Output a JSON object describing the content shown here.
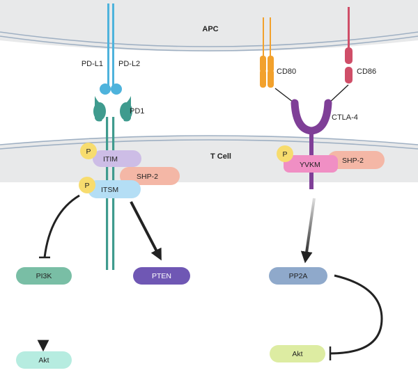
{
  "labels": {
    "apc": "APC",
    "t_cell": "T Cell",
    "pd_l1": "PD-L1",
    "pd_l2": "PD-L2",
    "pd1": "PD1",
    "cd80": "CD80",
    "cd86": "CD86",
    "ctla4": "CTLA-4"
  },
  "phospho": "P",
  "motifs": {
    "itim": "ITIM",
    "itsm": "ITSM",
    "yvkm": "YVKM"
  },
  "proteins": {
    "shp2_left": "SHP-2",
    "shp2_right": "SHP-2"
  },
  "pathway_nodes": {
    "pi3k": "PI3K",
    "pten": "PTEN",
    "akt_left": "Akt",
    "pp2a": "PP2A",
    "akt_right": "Akt"
  },
  "colors": {
    "membrane_band": "#e8e9ea",
    "membrane_line": "#9fb0c3",
    "pdl_ligand": "#4eb3dc",
    "pd1": "#3f9b8e",
    "cd80": "#f2a12c",
    "cd86": "#cf4e68",
    "ctla4": "#7f3f97",
    "phospho": "#f7dc6e",
    "itim": "#cdbde6",
    "itsm": "#b4def5",
    "shp2": "#f4b7a6",
    "yvkm": "#f08fc4",
    "pi3k": "#79bea5",
    "pten": "#6f57b4",
    "akt_left": "#b6ece0",
    "pp2a": "#8fa9cb",
    "akt_right": "#ddeca2"
  }
}
